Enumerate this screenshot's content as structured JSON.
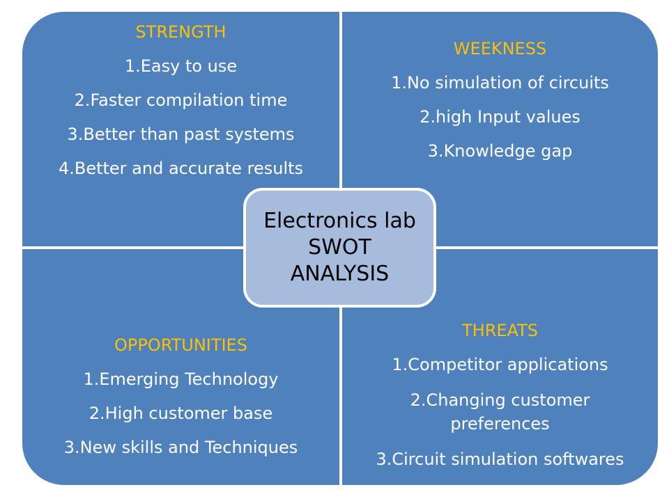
{
  "colors": {
    "quadrant_fill": "#4f81bd",
    "heading_text": "#ffc000",
    "item_text": "#ffffff",
    "center_fill": "#a7bbdc",
    "center_text": "#000000"
  },
  "center": {
    "line1": "Electronics lab",
    "line2": "SWOT",
    "line3": "ANALYSIS"
  },
  "strength": {
    "title": "STRENGTH",
    "items": [
      "1.Easy to use",
      "2.Faster compilation time",
      "3.Better than past systems",
      "4.Better and accurate results"
    ]
  },
  "weakness": {
    "title": "WEEKNESS",
    "items": [
      "1.No simulation of circuits",
      "2.high Input values",
      "3.Knowledge gap"
    ]
  },
  "opportunities": {
    "title": "OPPORTUNITIES",
    "items": [
      "1.Emerging Technology",
      "2.High customer base",
      "3.New skills and Techniques"
    ]
  },
  "threats": {
    "title": "THREATS",
    "items": [
      "1.Competitor applications",
      "2.Changing customer preferences",
      "3.Circuit simulation softwares"
    ]
  }
}
